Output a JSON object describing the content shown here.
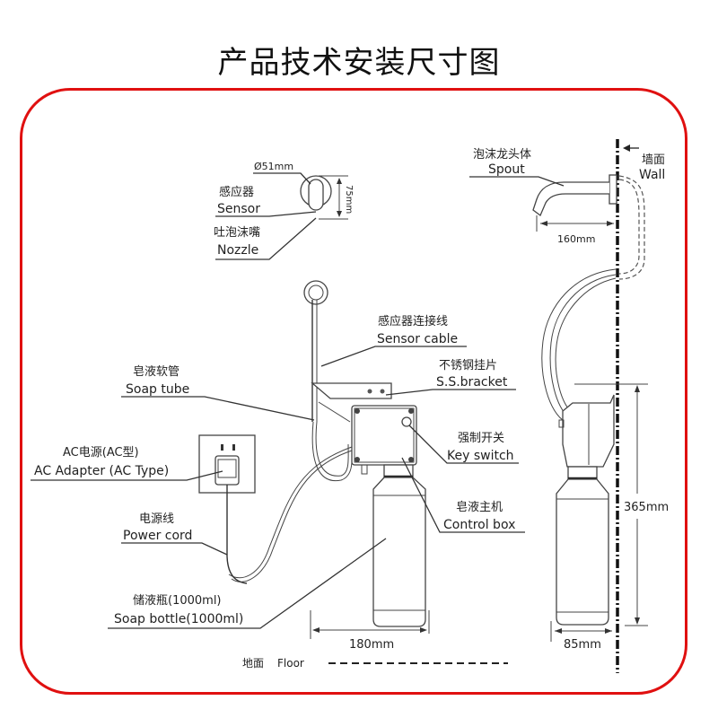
{
  "title": "产品技术安装尺寸图",
  "colors": {
    "frame": "#e01010",
    "ink": "#222222"
  },
  "labels": {
    "sensor": {
      "cn": "感应器",
      "en": "Sensor"
    },
    "nozzle": {
      "cn": "吐泡沫嘴",
      "en": "Nozzle"
    },
    "spout": {
      "cn": "泡沫龙头体",
      "en": "Spout"
    },
    "wall": {
      "cn": "墙面",
      "en": "Wall"
    },
    "sensor_cable": {
      "cn": "感应器连接线",
      "en": "Sensor cable"
    },
    "ss_bracket": {
      "cn": "不锈钢挂片",
      "en": "S.S.bracket"
    },
    "soap_tube": {
      "cn": "皂液软管",
      "en": "Soap tube"
    },
    "ac_adapter": {
      "cn": "AC电源(AC型)",
      "en": "AC Adapter (AC Type)"
    },
    "key_switch": {
      "cn": "强制开关",
      "en": "Key switch"
    },
    "control_box": {
      "cn": "皂液主机",
      "en": "Control box"
    },
    "power_cord": {
      "cn": "电源线",
      "en": "Power cord"
    },
    "soap_bottle": {
      "cn": "储液瓶(1000ml)",
      "en": "Soap bottle(1000ml)"
    },
    "floor": {
      "cn": "地面",
      "en": "Floor"
    }
  },
  "dimensions": {
    "sensor_diameter": "Ø51mm",
    "sensor_height": "75mm",
    "spout_reach": "160mm",
    "unit_width": "180mm",
    "bottle_width": "85mm",
    "unit_height": "365mm"
  }
}
